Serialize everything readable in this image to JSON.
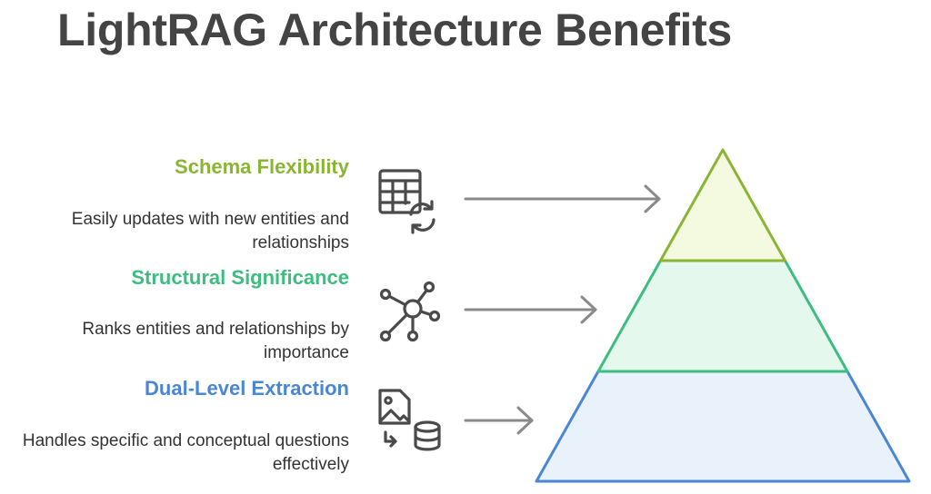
{
  "title": "LightRAG Architecture Benefits",
  "colors": {
    "title_text": "#444444",
    "body_text": "#333333",
    "arrow": "#8a8a8a",
    "icon": "#4a4a4a"
  },
  "levels": [
    {
      "heading": "Schema Flexibility",
      "description": "Easily updates with new entities and relationships",
      "color": "#8ab534",
      "fill": "#f3fadf",
      "icon": "table-sync-icon"
    },
    {
      "heading": "Structural Significance",
      "description": "Ranks entities and relationships by importance",
      "color": "#3dbd7f",
      "fill": "#e5f8ee",
      "icon": "network-hub-icon"
    },
    {
      "heading": "Dual-Level Extraction",
      "description": "Handles specific and conceptual questions effectively",
      "color": "#4a86d6",
      "fill": "#e9f1fb",
      "icon": "image-to-database-icon"
    }
  ]
}
